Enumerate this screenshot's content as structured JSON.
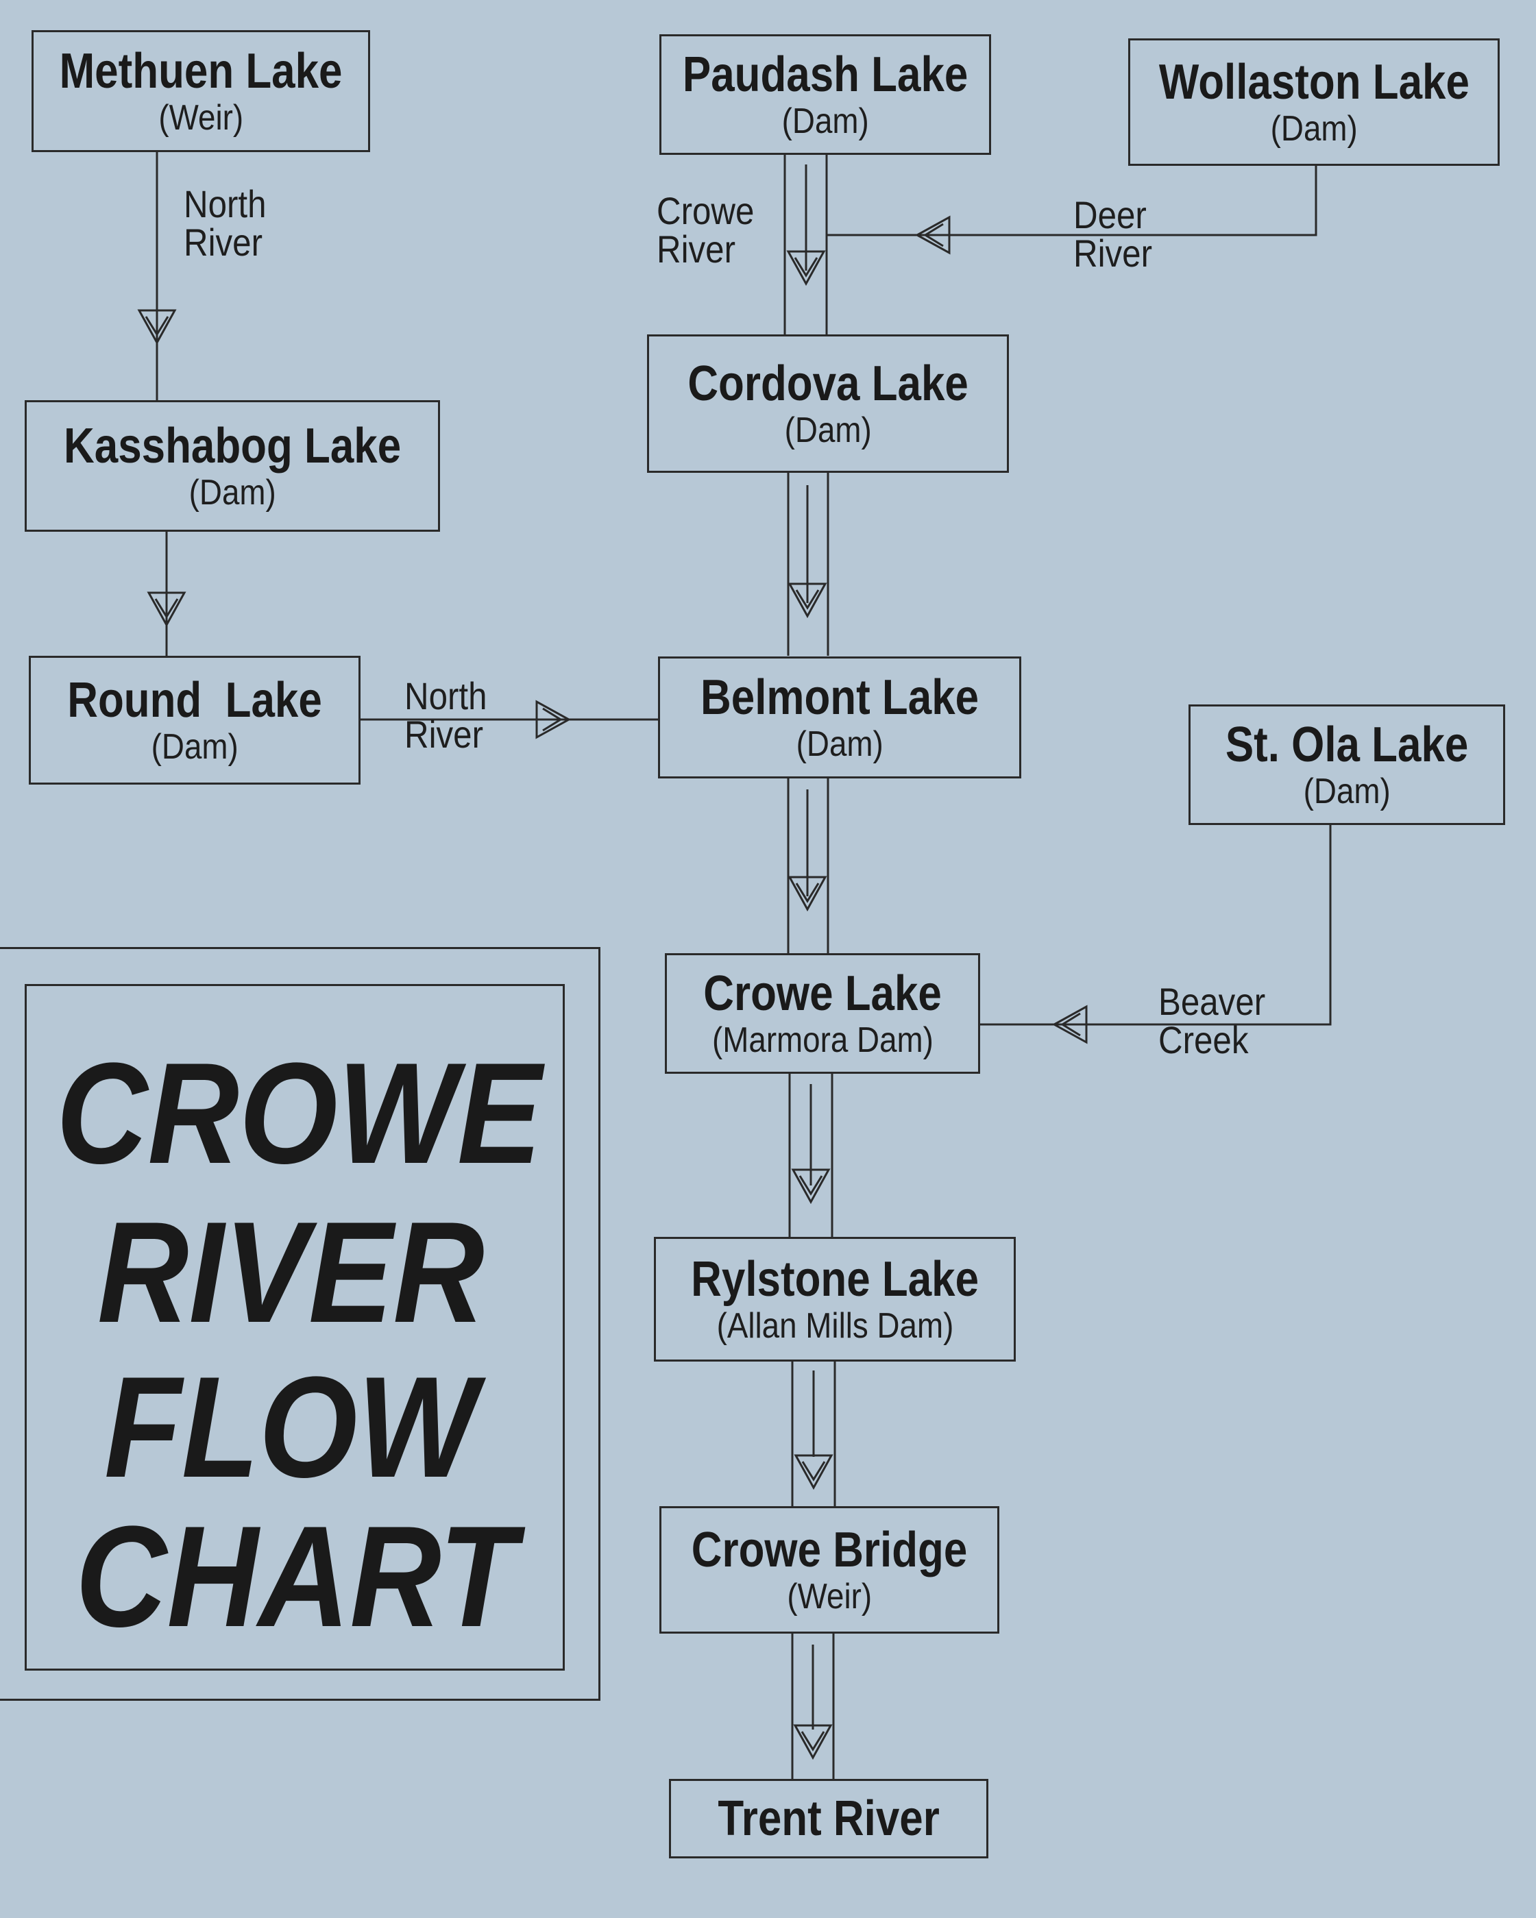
{
  "nodes": {
    "methuen": {
      "name": "Methuen Lake",
      "sub": "(Weir)"
    },
    "paudash": {
      "name": "Paudash Lake",
      "sub": "(Dam)"
    },
    "wollaston": {
      "name": "Wollaston Lake",
      "sub": "(Dam)"
    },
    "kasshabog": {
      "name": "Kasshabog Lake",
      "sub": "(Dam)"
    },
    "cordova": {
      "name": "Cordova Lake",
      "sub": "(Dam)"
    },
    "round": {
      "name": "Round  Lake",
      "sub": "(Dam)"
    },
    "belmont": {
      "name": "Belmont Lake",
      "sub": "(Dam)"
    },
    "stola": {
      "name": "St. Ola Lake",
      "sub": "(Dam)"
    },
    "crowe_lake": {
      "name": "Crowe Lake",
      "sub": "(Marmora Dam)"
    },
    "rylstone": {
      "name": "Rylstone Lake",
      "sub": "(Allan Mills Dam)"
    },
    "crowe_bridge": {
      "name": "Crowe Bridge",
      "sub": "(Weir)"
    },
    "trent": {
      "name": "Trent River"
    }
  },
  "edges": {
    "north_river_1": [
      "North",
      "River"
    ],
    "north_river_2": [
      "North",
      "River"
    ],
    "crowe_river": [
      "Crowe",
      "River"
    ],
    "deer_river": [
      "Deer",
      "River"
    ],
    "beaver_creek": [
      "Beaver",
      "Creek"
    ]
  },
  "title": {
    "line1": "CROWE",
    "line2": "RIVER",
    "line3": "FLOW",
    "line4": "CHART"
  }
}
